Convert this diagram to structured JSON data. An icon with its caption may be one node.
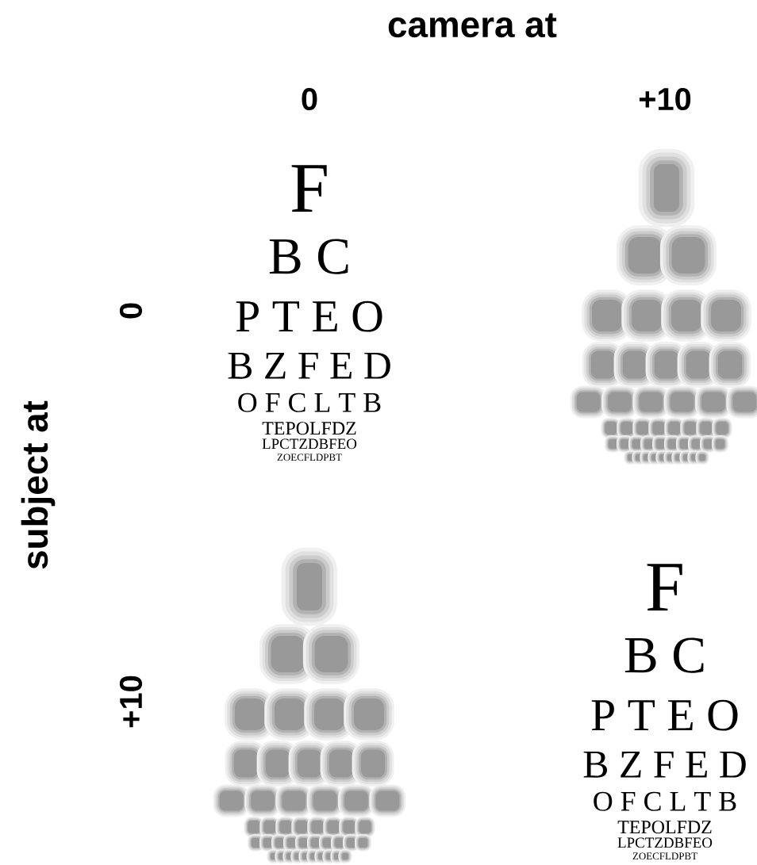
{
  "diagram": {
    "labels": [
      "camera at",
      "0",
      "+10",
      "subject at",
      "0",
      "+10",
      "F",
      "B C",
      "P T E O",
      "B Z F E D",
      "O F C L T B",
      "TEPOLFDZ",
      "LPCTZDBFEO",
      "ZOECFLDPBT",
      "F",
      "B C",
      "P T E O",
      "B Z F E D",
      "O F C L T B",
      "TEPOLFDZ",
      "LPCTZDBFEO",
      "ZOECFLDPBT"
    ]
  }
}
